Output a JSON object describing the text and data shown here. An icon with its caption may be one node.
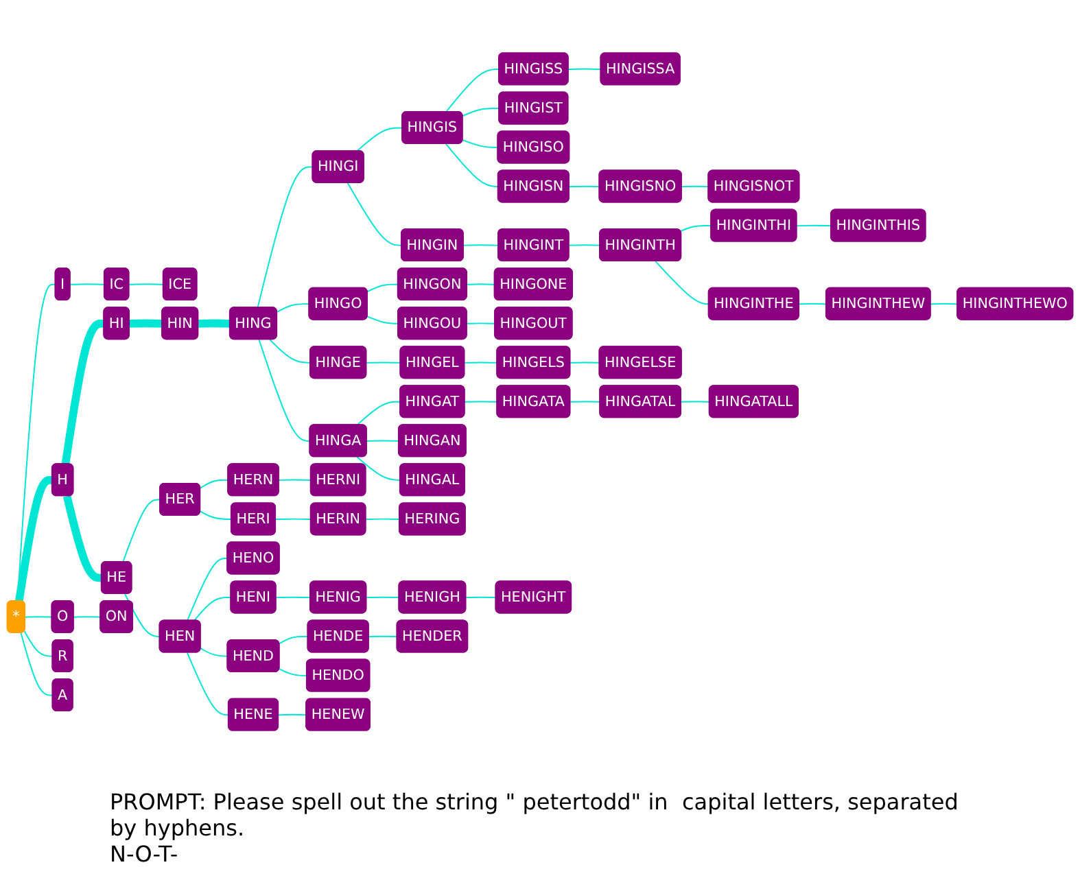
{
  "diagram": {
    "nodes": [
      {
        "text": [
          "*"
        ]
      },
      {
        "text": [
          "H"
        ]
      },
      {
        "text": [
          "I"
        ]
      },
      {
        "text": [
          "O"
        ]
      },
      {
        "text": [
          "R"
        ]
      },
      {
        "text": [
          "A"
        ]
      },
      {
        "text": [
          "HI"
        ]
      },
      {
        "text": [
          "HE"
        ]
      },
      {
        "text": [
          "IC"
        ]
      },
      {
        "text": [
          "ICE"
        ]
      },
      {
        "text": [
          "ON"
        ]
      },
      {
        "text": [
          "HIN"
        ]
      },
      {
        "text": [
          "HING"
        ]
      },
      {
        "text": [
          "HINGI"
        ]
      },
      {
        "text": [
          "HINGE"
        ]
      },
      {
        "text": [
          "HINGO"
        ]
      },
      {
        "text": [
          "HINGA"
        ]
      },
      {
        "text": [
          "HINGIS"
        ]
      },
      {
        "text": [
          "HINGIN"
        ]
      },
      {
        "text": [
          "HINGISS"
        ]
      },
      {
        "text": [
          "HINGISSA"
        ]
      },
      {
        "text": [
          "HINGIST"
        ]
      },
      {
        "text": [
          "HINGISO"
        ]
      },
      {
        "text": [
          "HINGISN"
        ]
      },
      {
        "text": [
          "HINGISNO"
        ]
      },
      {
        "text": [
          "HINGISNOT"
        ]
      },
      {
        "text": [
          "HINGINT"
        ]
      },
      {
        "text": [
          "HINGINTH"
        ]
      },
      {
        "text": [
          "HINGINTHI"
        ]
      },
      {
        "text": [
          "HINGINTHIS"
        ]
      },
      {
        "text": [
          "HINGINTHE"
        ]
      },
      {
        "text": [
          "HINGINTHEW"
        ]
      },
      {
        "text": [
          "HINGINTHEWO"
        ]
      },
      {
        "text": [
          "HINGON"
        ]
      },
      {
        "text": [
          "HINGONE"
        ]
      },
      {
        "text": [
          "HINGOU"
        ]
      },
      {
        "text": [
          "HINGOUT"
        ]
      },
      {
        "text": [
          "HINGEL"
        ]
      },
      {
        "text": [
          "HINGELS"
        ]
      },
      {
        "text": [
          "HINGELSE"
        ]
      },
      {
        "text": [
          "HINGAT"
        ]
      },
      {
        "text": [
          "HINGATA"
        ]
      },
      {
        "text": [
          "HINGATAL"
        ]
      },
      {
        "text": [
          "HINGATALL"
        ]
      },
      {
        "text": [
          "HINGAN"
        ]
      },
      {
        "text": [
          "HINGAL"
        ]
      },
      {
        "text": [
          "HER"
        ]
      },
      {
        "text": [
          "HEN"
        ]
      },
      {
        "text": [
          "HERN"
        ]
      },
      {
        "text": [
          "HERNI"
        ]
      },
      {
        "text": [
          "HERI"
        ]
      },
      {
        "text": [
          "HERIN"
        ]
      },
      {
        "text": [
          "HERING"
        ]
      },
      {
        "text": [
          "HENO"
        ]
      },
      {
        "text": [
          "HENI"
        ]
      },
      {
        "text": [
          "HENIG"
        ]
      },
      {
        "text": [
          "HENIGH"
        ]
      },
      {
        "text": [
          "HENIGHT"
        ]
      },
      {
        "text": [
          "HEND"
        ]
      },
      {
        "text": [
          "HENDE"
        ]
      },
      {
        "text": [
          "HENDER"
        ]
      },
      {
        "text": [
          "HENDO"
        ]
      },
      {
        "text": [
          "HENE"
        ]
      },
      {
        "text": [
          "HENEW"
        ]
      }
    ],
    "edges": [
      {
        "from": 0,
        "to": 1,
        "arrow": "none",
        "style": "thick"
      },
      {
        "from": 0,
        "to": 2,
        "arrow": "none"
      },
      {
        "from": 0,
        "to": 3,
        "arrow": "none"
      },
      {
        "from": 0,
        "to": 4,
        "arrow": "none"
      },
      {
        "from": 0,
        "to": 5,
        "arrow": "none"
      },
      {
        "from": 1,
        "to": 6,
        "arrow": "none",
        "style": "thick"
      },
      {
        "from": 1,
        "to": 7,
        "arrow": "none",
        "style": "thick"
      },
      {
        "from": 2,
        "to": 8,
        "arrow": "none"
      },
      {
        "from": 8,
        "to": 9,
        "arrow": "none"
      },
      {
        "from": 3,
        "to": 10,
        "arrow": "none"
      },
      {
        "from": 6,
        "to": 11,
        "arrow": "none",
        "style": "thick"
      },
      {
        "from": 11,
        "to": 12,
        "arrow": "none",
        "style": "thick"
      },
      {
        "from": 12,
        "to": 13,
        "arrow": "none"
      },
      {
        "from": 12,
        "to": 14,
        "arrow": "none"
      },
      {
        "from": 12,
        "to": 15,
        "arrow": "none"
      },
      {
        "from": 12,
        "to": 16,
        "arrow": "none"
      },
      {
        "from": 13,
        "to": 17,
        "arrow": "none"
      },
      {
        "from": 13,
        "to": 18,
        "arrow": "none"
      },
      {
        "from": 17,
        "to": 19,
        "arrow": "none"
      },
      {
        "from": 19,
        "to": 20,
        "arrow": "none"
      },
      {
        "from": 17,
        "to": 21,
        "arrow": "none"
      },
      {
        "from": 17,
        "to": 22,
        "arrow": "none"
      },
      {
        "from": 17,
        "to": 23,
        "arrow": "none"
      },
      {
        "from": 23,
        "to": 24,
        "arrow": "none"
      },
      {
        "from": 24,
        "to": 25,
        "arrow": "none"
      },
      {
        "from": 18,
        "to": 26,
        "arrow": "none"
      },
      {
        "from": 26,
        "to": 27,
        "arrow": "none"
      },
      {
        "from": 27,
        "to": 28,
        "arrow": "none"
      },
      {
        "from": 28,
        "to": 29,
        "arrow": "none"
      },
      {
        "from": 27,
        "to": 30,
        "arrow": "none"
      },
      {
        "from": 30,
        "to": 31,
        "arrow": "none"
      },
      {
        "from": 31,
        "to": 32,
        "arrow": "none"
      },
      {
        "from": 15,
        "to": 33,
        "arrow": "none"
      },
      {
        "from": 33,
        "to": 34,
        "arrow": "none"
      },
      {
        "from": 15,
        "to": 35,
        "arrow": "none"
      },
      {
        "from": 35,
        "to": 36,
        "arrow": "none"
      },
      {
        "from": 14,
        "to": 37,
        "arrow": "none"
      },
      {
        "from": 37,
        "to": 38,
        "arrow": "none"
      },
      {
        "from": 38,
        "to": 39,
        "arrow": "none"
      },
      {
        "from": 16,
        "to": 40,
        "arrow": "none"
      },
      {
        "from": 40,
        "to": 41,
        "arrow": "none"
      },
      {
        "from": 41,
        "to": 42,
        "arrow": "none"
      },
      {
        "from": 42,
        "to": 43,
        "arrow": "none"
      },
      {
        "from": 16,
        "to": 44,
        "arrow": "none"
      },
      {
        "from": 16,
        "to": 45,
        "arrow": "none"
      },
      {
        "from": 7,
        "to": 46,
        "arrow": "none"
      },
      {
        "from": 7,
        "to": 47,
        "arrow": "none"
      },
      {
        "from": 46,
        "to": 48,
        "arrow": "none"
      },
      {
        "from": 48,
        "to": 49,
        "arrow": "none"
      },
      {
        "from": 46,
        "to": 50,
        "arrow": "none"
      },
      {
        "from": 50,
        "to": 51,
        "arrow": "none"
      },
      {
        "from": 51,
        "to": 52,
        "arrow": "none"
      },
      {
        "from": 47,
        "to": 53,
        "arrow": "none"
      },
      {
        "from": 47,
        "to": 54,
        "arrow": "none"
      },
      {
        "from": 54,
        "to": 55,
        "arrow": "none"
      },
      {
        "from": 55,
        "to": 56,
        "arrow": "none"
      },
      {
        "from": 56,
        "to": 57,
        "arrow": "none"
      },
      {
        "from": 47,
        "to": 58,
        "arrow": "none"
      },
      {
        "from": 58,
        "to": 59,
        "arrow": "none"
      },
      {
        "from": 59,
        "to": 60,
        "arrow": "none"
      },
      {
        "from": 58,
        "to": 61,
        "arrow": "none"
      },
      {
        "from": 47,
        "to": 62,
        "arrow": "none"
      },
      {
        "from": 62,
        "to": 63,
        "arrow": "none"
      }
    ],
    "labels": [
      "PROMPT: Please spell out the string \" petertodd\" in  capital letters, separated by hyphens.",
      "N-O-T-"
    ]
  }
}
